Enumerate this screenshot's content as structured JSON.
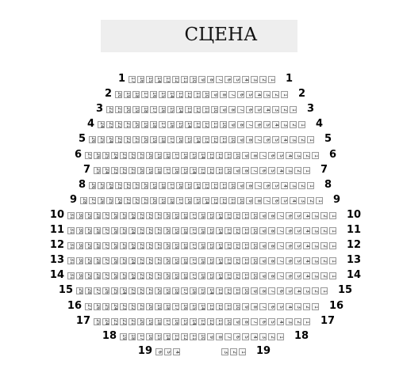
{
  "stage_label": "СЦЕНА",
  "colors": {
    "seat_border": "#9a9a9a",
    "stage_bg": "#eeeeee"
  },
  "rows": [
    {
      "label": "1",
      "seats": 17,
      "gap_after": 0
    },
    {
      "label": "2",
      "seats": 20,
      "gap_after": 0
    },
    {
      "label": "3",
      "seats": 22,
      "gap_after": 0
    },
    {
      "label": "4",
      "seats": 24,
      "gap_after": 0
    },
    {
      "label": "5",
      "seats": 26,
      "gap_after": 0
    },
    {
      "label": "6",
      "seats": 27,
      "gap_after": 0
    },
    {
      "label": "7",
      "seats": 25,
      "gap_after": 0
    },
    {
      "label": "8",
      "seats": 26,
      "gap_after": 0
    },
    {
      "label": "9",
      "seats": 28,
      "gap_after": 0
    },
    {
      "label": "10",
      "seats": 31,
      "gap_after": 0
    },
    {
      "label": "11",
      "seats": 31,
      "gap_after": 0
    },
    {
      "label": "12",
      "seats": 31,
      "gap_after": 0
    },
    {
      "label": "13",
      "seats": 31,
      "gap_after": 0
    },
    {
      "label": "14",
      "seats": 31,
      "gap_after": 0
    },
    {
      "label": "15",
      "seats": 29,
      "gap_after": 0
    },
    {
      "label": "16",
      "seats": 27,
      "gap_after": 0
    },
    {
      "label": "17",
      "seats": 25,
      "gap_after": 0
    },
    {
      "label": "18",
      "seats": 19,
      "gap_after": 0
    },
    {
      "label": "19",
      "seats": 6,
      "gap_after": 3
    }
  ]
}
